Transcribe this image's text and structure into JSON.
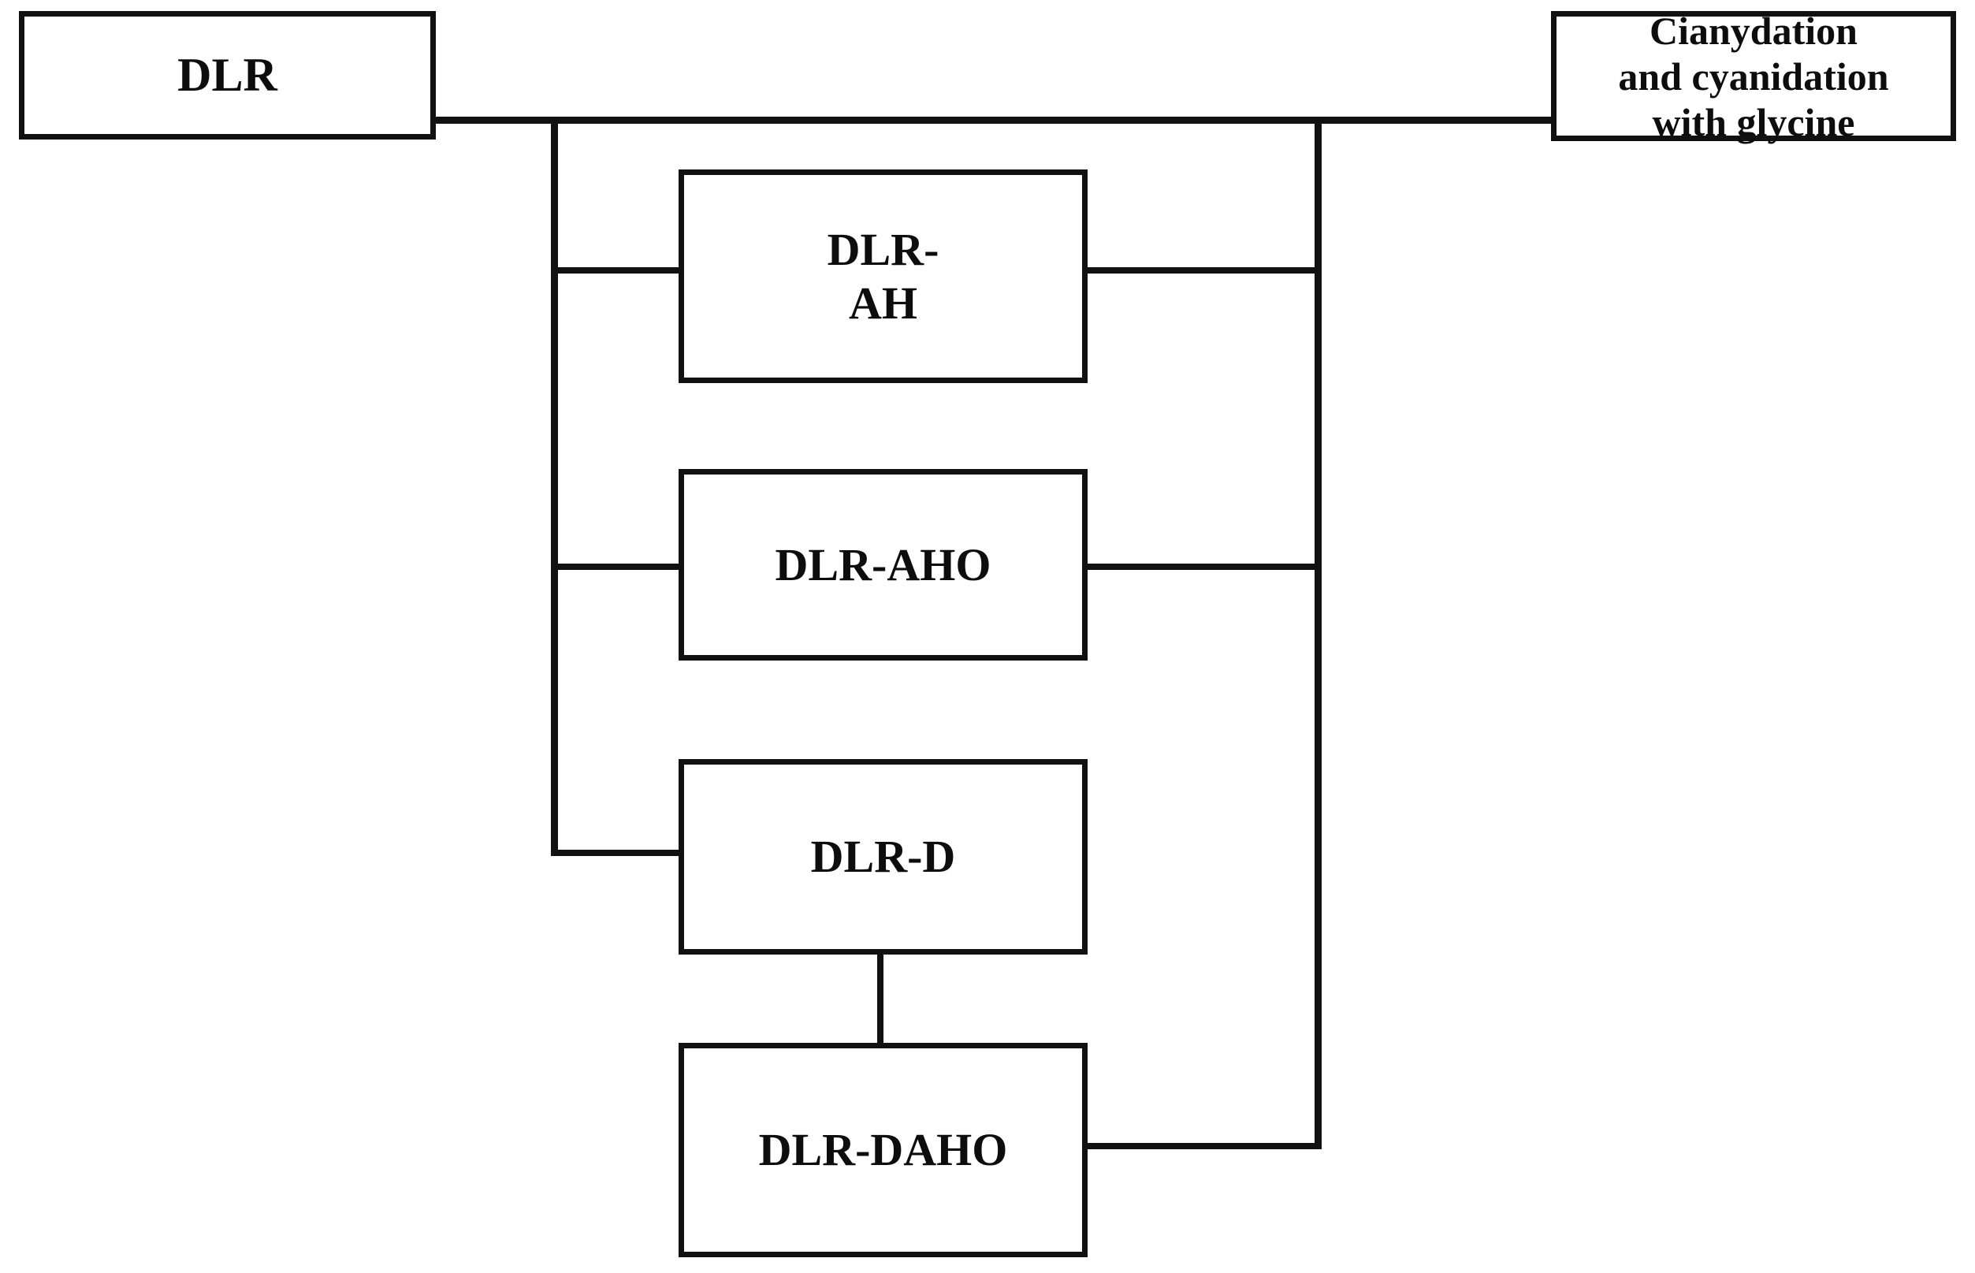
{
  "diagram": {
    "title": "DLR reagent treatment flowchart",
    "type": "block-flowchart",
    "background_color": "#ffffff",
    "line_color": "#111111",
    "text_color": "#0d0d0d",
    "nodes": [
      {
        "id": "dlr",
        "label": "DLR"
      },
      {
        "id": "ah",
        "label": "DLR-\nAH"
      },
      {
        "id": "aho",
        "label": "DLR-AHO"
      },
      {
        "id": "d",
        "label": "DLR-D"
      },
      {
        "id": "daho",
        "label": "DLR-DAHO"
      },
      {
        "id": "cian",
        "label": "Cianydation\nand cyanidation\nwith glycine"
      }
    ],
    "edges": [
      {
        "from": "dlr",
        "to": "cian"
      },
      {
        "from": "dlr",
        "to": "ah"
      },
      {
        "from": "dlr",
        "to": "aho"
      },
      {
        "from": "dlr",
        "to": "d"
      },
      {
        "from": "ah",
        "to": "cian"
      },
      {
        "from": "aho",
        "to": "cian"
      },
      {
        "from": "d",
        "to": "daho"
      },
      {
        "from": "daho",
        "to": "cian"
      }
    ]
  }
}
